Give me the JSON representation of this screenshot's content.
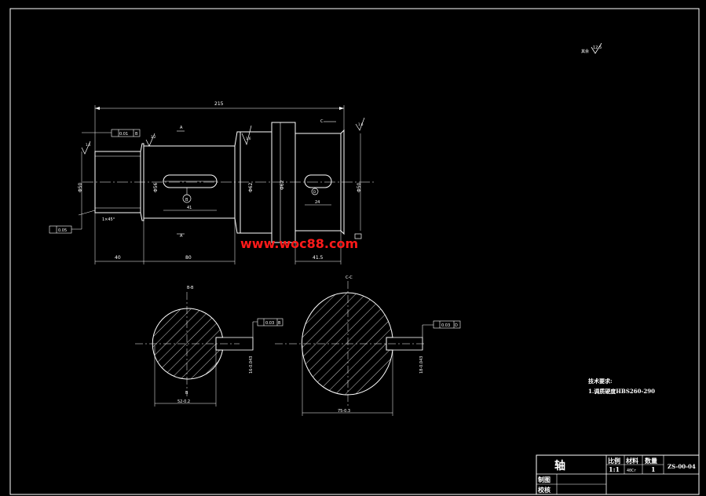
{
  "drawing": {
    "title": "轴",
    "drawing_number": "ZS-00-04",
    "scale_header": "比例",
    "scale_value": "1:1",
    "material_header": "材料",
    "material_value": "40Cr",
    "quantity_header": "数量",
    "quantity_value": "1",
    "drawn_label": "制图",
    "checked_label": "校核"
  },
  "notes": {
    "heading": "技术要求:",
    "item1": "1.调质硬度HBS260-290"
  },
  "roughness_general": {
    "prefix": "其余",
    "value": "12.5"
  },
  "watermark": "www.woc88.com",
  "main_view": {
    "overall_length": "215",
    "dim_left_shoulder": "40",
    "dim_middle": "80",
    "dim_right_key": "41.5",
    "keyway_width_left": "41",
    "keyway_width_right": "24",
    "chamfer": "1×45°",
    "dia_left_journal": "Φ50",
    "dia_middle": "Φ56",
    "dia_collar": "Φ62",
    "dia_right_journal": "Φ50",
    "tol_runout": "0.01",
    "tol_runout_ref": "B",
    "tol_cyl": "0.05",
    "section_a": "A",
    "section_c": "C",
    "datum_b": "B",
    "datum_d": "D",
    "rough_a": "1.6",
    "rough_b": "3.2",
    "rough_c": "1.6",
    "rough_d": "1.6"
  },
  "section_b": {
    "label": "B-B",
    "width_dim": "52-0.2",
    "key_dim": "16-0.043",
    "tol": "0.03",
    "tol_ref": "B"
  },
  "section_c_view": {
    "label": "C-C",
    "width_dim": "75-0.3",
    "key_dim": "18-0.043",
    "tol": "0.03",
    "tol_ref": "D"
  }
}
